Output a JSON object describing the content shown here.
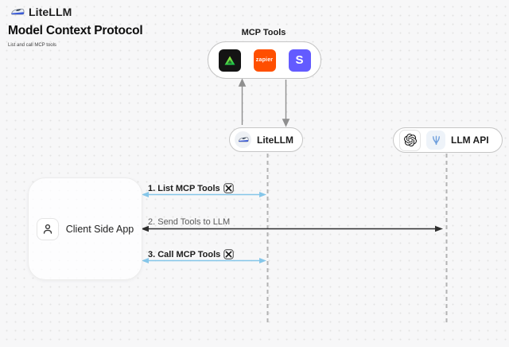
{
  "page": {
    "brand": "LiteLLM",
    "title": "Model Context Protocol",
    "subtitle": "List and call MCP tools"
  },
  "mcp_tools": {
    "label": "MCP Tools",
    "items": [
      {
        "icon": "green-triangle-tool-icon",
        "bg": "#141414"
      },
      {
        "icon": "zapier-icon",
        "label": "zapier",
        "bg": "#FF4F00"
      },
      {
        "icon": "stripe-icon",
        "label": "S",
        "bg": "#635BFF"
      }
    ]
  },
  "nodes": {
    "litellm": {
      "label": "LiteLLM",
      "icon": "bullet-train-icon"
    },
    "llm_api": {
      "label": "LLM API",
      "icons": [
        "openai-icon",
        "blue-llm-icon"
      ]
    },
    "client": {
      "label": "Client Side App",
      "icon": "person-icon"
    }
  },
  "sequence": [
    {
      "label": "1. List MCP Tools",
      "tools_icon": true,
      "arrow_color": "#85c6e9",
      "direction": "both"
    },
    {
      "label": "2. Send Tools to LLM",
      "tools_icon": false,
      "arrow_color": "#2e2e2e",
      "direction": "both"
    },
    {
      "label": "3. Call MCP Tools",
      "tools_icon": true,
      "arrow_color": "#85c6e9",
      "direction": "both"
    }
  ],
  "colors": {
    "background": "#f7f7f8",
    "dot_grid": "#e4e4e4",
    "pill_border": "#c6c6c6",
    "dashed_lifeline": "#b3b3b3",
    "gray_arrow": "#8f8f8f",
    "blue_arrow": "#85c6e9",
    "black_arrow": "#2e2e2e",
    "zapier_orange": "#FF4F00",
    "stripe_purple": "#635BFF"
  }
}
